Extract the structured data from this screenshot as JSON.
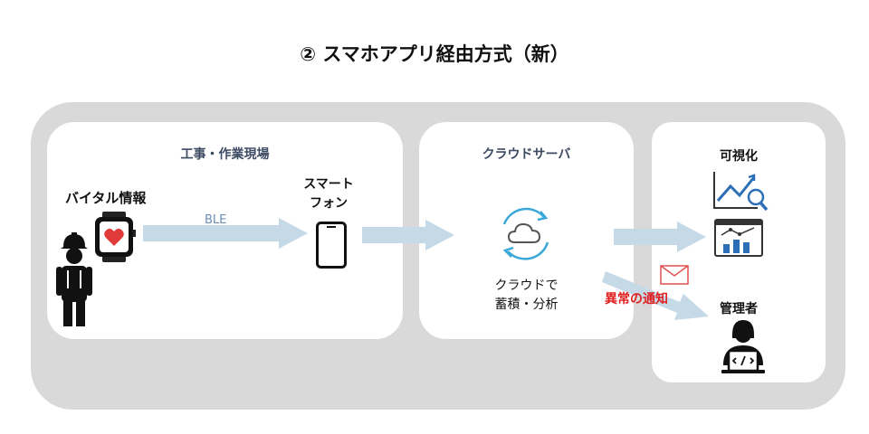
{
  "title": "② スマホアプリ経由方式（新）",
  "panels": {
    "site": {
      "label": "工事・作業現場",
      "vital_label": "バイタル情報",
      "ble_label": "BLE",
      "smartphone_line1": "スマート",
      "smartphone_line2": "フォン"
    },
    "cloud": {
      "label": "クラウドサーバ",
      "caption_line1": "クラウドで",
      "caption_line2": "蓄積・分析"
    },
    "output": {
      "label": "可視化",
      "manager_label": "管理者"
    }
  },
  "alert_label": "異常の通知",
  "colors": {
    "arrow": "#c5d9e7",
    "panel_border": "#d9d9d9",
    "heart": "#e03a3a",
    "alert": "#e02020",
    "cloud_cycle": "#3aa8d8",
    "chart_blue": "#2c6fb6"
  },
  "icons": [
    "worker-icon",
    "smartwatch-icon",
    "smartphone-icon",
    "cloud-sync-icon",
    "envelope-icon",
    "line-chart-magnifier-icon",
    "bar-chart-icon",
    "developer-laptop-icon"
  ]
}
